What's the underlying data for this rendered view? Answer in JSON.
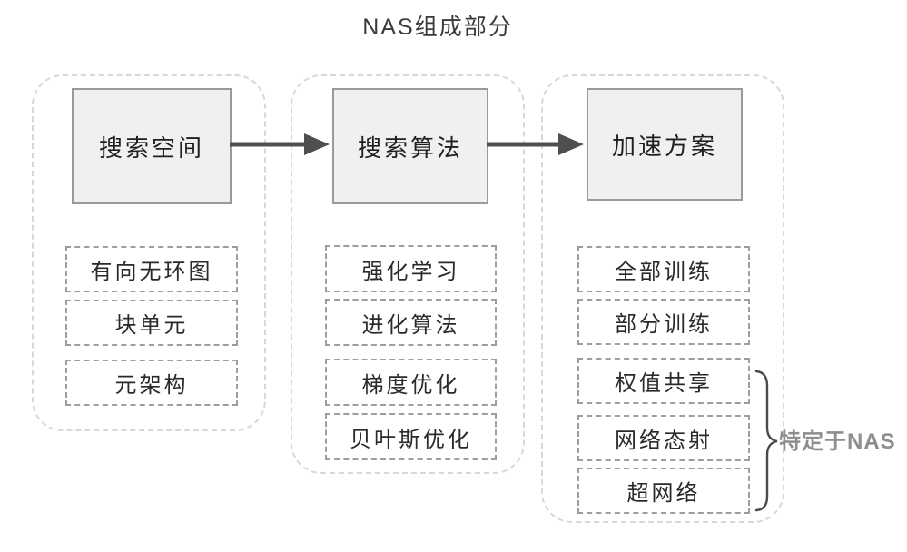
{
  "title": "NAS组成部分",
  "columns": [
    {
      "header": "搜索空间",
      "items": [
        "有向无环图",
        "块单元",
        "元架构"
      ]
    },
    {
      "header": "搜索算法",
      "items": [
        "强化学习",
        "进化算法",
        "梯度优化",
        "贝叶斯优化"
      ]
    },
    {
      "header": "加速方案",
      "items": [
        "全部训练",
        "部分训练",
        "权值共享",
        "网络态射",
        "超网络"
      ]
    }
  ],
  "bracket": {
    "label": "特定于NAS",
    "covers": [
      "权值共享",
      "网络态射",
      "超网络"
    ]
  },
  "colors": {
    "background": "#ffffff",
    "arrow": "#4f4f4f",
    "container_border": "#d8d8d8",
    "item_border": "#9e9e9e",
    "header_bg": "#f0f0f0",
    "header_border": "#9a9a9a",
    "text": "#2a2a2a",
    "bracket_label": "#8e8e8e"
  }
}
